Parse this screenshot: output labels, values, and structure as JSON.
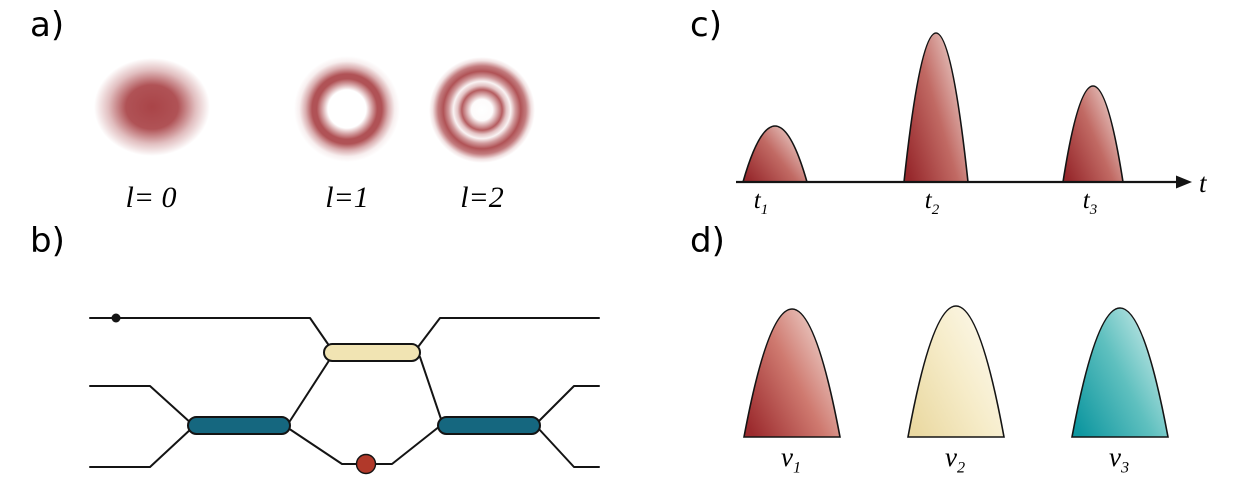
{
  "figure": {
    "background": "#ffffff",
    "line_color": "#141414",
    "panel_a": {
      "label": "a)",
      "red": "#a23438",
      "mode_labels": [
        "l= 0",
        "l=1",
        "l=2"
      ]
    },
    "panel_b": {
      "label": "b)",
      "teal": "#15677f",
      "yellow": "#f1e4b3",
      "red_dot": "#b1392a"
    },
    "panel_c": {
      "label": "c)",
      "axis_label": "t",
      "gradient": {
        "dark": "#97282c",
        "mid": "#c16a64",
        "light": "#f3e2dd"
      },
      "pulses": [
        {
          "base": "t",
          "sub": "1",
          "relative_amplitude": 0.37
        },
        {
          "base": "t",
          "sub": "2",
          "relative_amplitude": 1.0
        },
        {
          "base": "t",
          "sub": "3",
          "relative_amplitude": 0.64
        }
      ]
    },
    "panel_d": {
      "label": "d)",
      "modes": [
        {
          "base": "v",
          "sub": "1",
          "dark": "#9c2b2e",
          "mid": "#cf7a70",
          "light": "#f5e6e0"
        },
        {
          "base": "v",
          "sub": "2",
          "dark": "#ead9a2",
          "mid": "#f6ecc9",
          "light": "#fdfaf0"
        },
        {
          "base": "v",
          "sub": "3",
          "dark": "#0f97a0",
          "mid": "#5fc0bf",
          "light": "#d7f0ee"
        }
      ]
    }
  }
}
